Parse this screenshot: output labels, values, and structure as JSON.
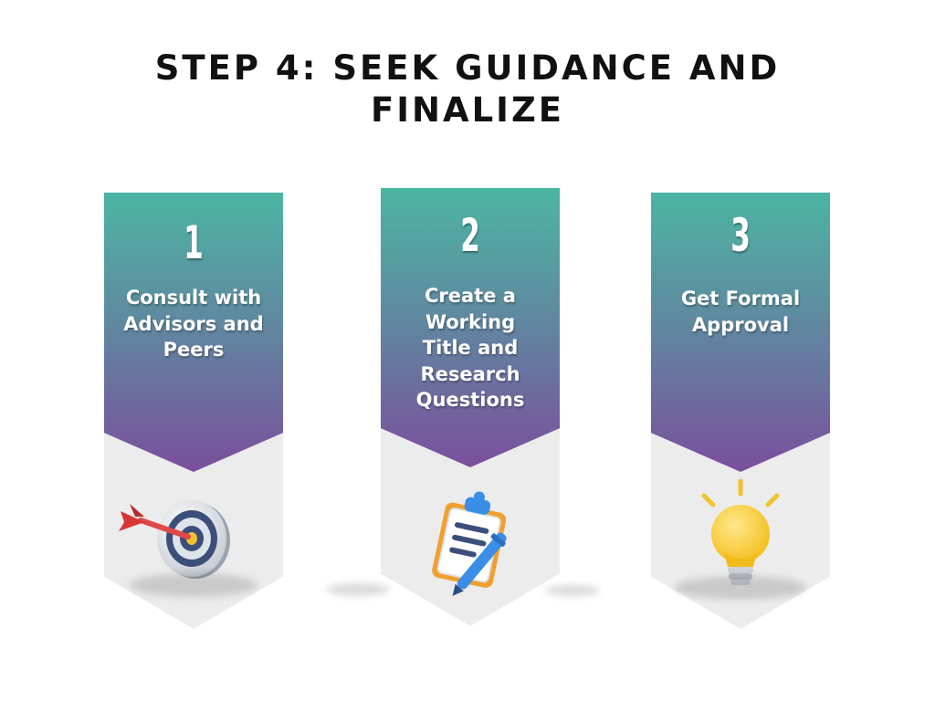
{
  "title": {
    "line1": "STEP 4: SEEK GUIDANCE AND",
    "line2": "FINALIZE"
  },
  "colors": {
    "banner_top": "#4cb5a3",
    "banner_bottom": "#7a4f9d",
    "card_background": "#ececec",
    "title_text": "#111111"
  },
  "steps": [
    {
      "number": "1",
      "label_lines": [
        "Consult with",
        "Advisors and",
        "Peers"
      ],
      "icon": "target-dart-icon"
    },
    {
      "number": "2",
      "label_lines": [
        "Create a",
        "Working",
        "Title and",
        "Research",
        "Questions"
      ],
      "icon": "clipboard-pen-icon"
    },
    {
      "number": "3",
      "label_lines": [
        "Get Formal",
        "Approval"
      ],
      "icon": "lightbulb-icon"
    }
  ]
}
